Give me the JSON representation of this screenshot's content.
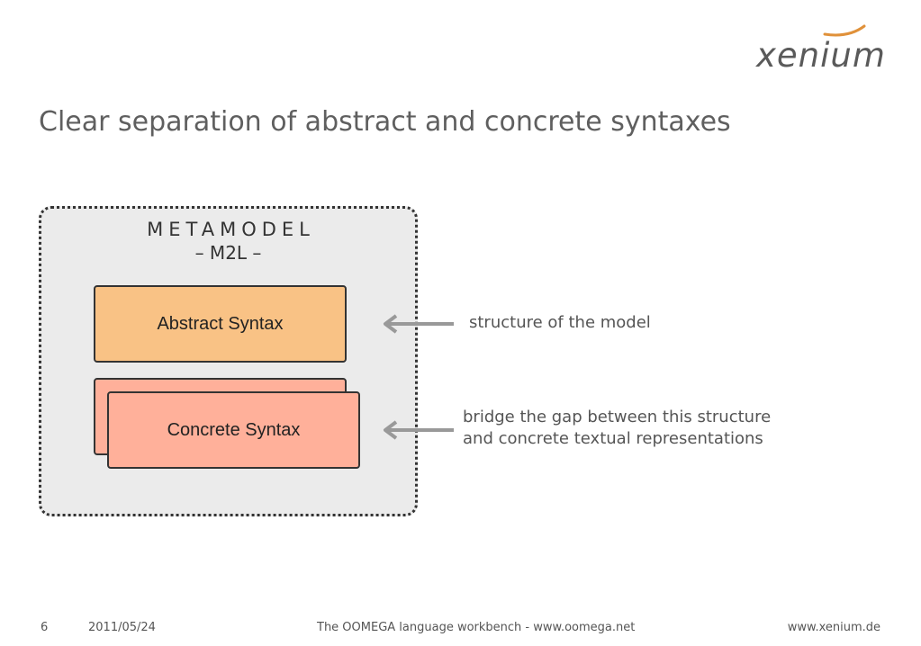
{
  "logo": {
    "text": "xenium"
  },
  "slide": {
    "title": "Clear separation of abstract and concrete syntaxes"
  },
  "metamodel": {
    "title": "METAMODEL",
    "subtitle": "– M2L –",
    "abstract_label": "Abstract Syntax",
    "concrete_label": "Concrete Syntax"
  },
  "notes": {
    "structure": "structure of the model",
    "bridge_line1": "bridge the gap between this structure",
    "bridge_line2": "and concrete textual representations"
  },
  "footer": {
    "page": "6",
    "date": "2011/05/24",
    "center": "The OOMEGA language workbench - www.oomega.net",
    "right": "www.xenium.de"
  },
  "colors": {
    "abstract_fill": "#f9c285",
    "concrete_fill": "#ffb09a",
    "logo_swoosh": "#e0913a",
    "panel_fill": "#ebebeb"
  }
}
